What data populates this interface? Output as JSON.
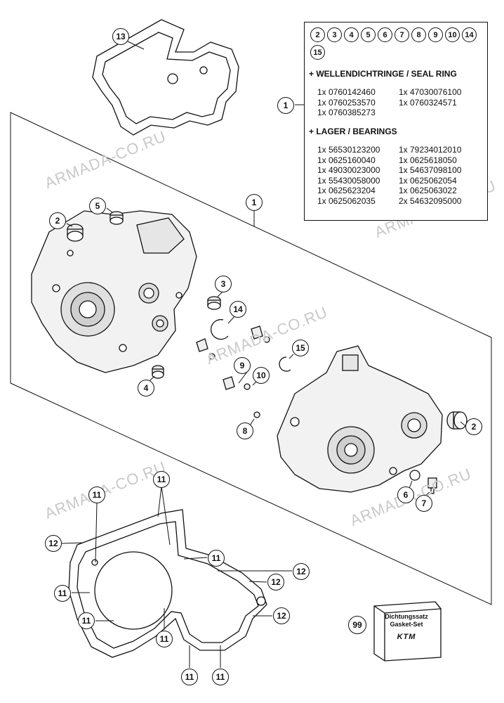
{
  "watermark": "ARMADA-CO.RU",
  "kit": {
    "callout": "1",
    "included": [
      "2",
      "3",
      "4",
      "5",
      "6",
      "7",
      "8",
      "9",
      "10",
      "14",
      "15"
    ],
    "seal_title": "+ WELLENDICHTRINGE / SEAL RING",
    "seal_rows": [
      [
        "1x 0760142460",
        "1x 47030076100"
      ],
      [
        "1x 0760253570",
        "1x 0760324571"
      ],
      [
        "1x 0760385273",
        ""
      ]
    ],
    "bearing_title": "+ LAGER / BEARINGS",
    "bearing_rows": [
      [
        "1x 56530123200",
        "1x 79234012010"
      ],
      [
        "1x 0625160040",
        "1x 0625618050"
      ],
      [
        "1x 49030023000",
        "1x 54637098100"
      ],
      [
        "1x 55430058000",
        "1x 0625062054"
      ],
      [
        "1x 0625623204",
        "1x 0625063022"
      ],
      [
        "1x 0625062035",
        "2x 54632095000"
      ]
    ]
  },
  "callouts": {
    "c13": "13",
    "c1": "1",
    "c2a": "2",
    "c5": "5",
    "c3": "3",
    "c14": "14",
    "c15": "15",
    "c9": "9",
    "c10": "10",
    "c4": "4",
    "c8": "8",
    "c2b": "2",
    "c6": "6",
    "c7": "7",
    "c99": "99",
    "c11": "11",
    "c12": "12"
  },
  "gasket_set": {
    "line1": "Dichtungssatz",
    "line2": "Gasket-Set",
    "logo": "KTM"
  },
  "icons": [
    "engine-case-left",
    "engine-case-right",
    "gasket-outline",
    "bearing-ring",
    "circlip",
    "dowel-pin",
    "gasket-set-box"
  ]
}
